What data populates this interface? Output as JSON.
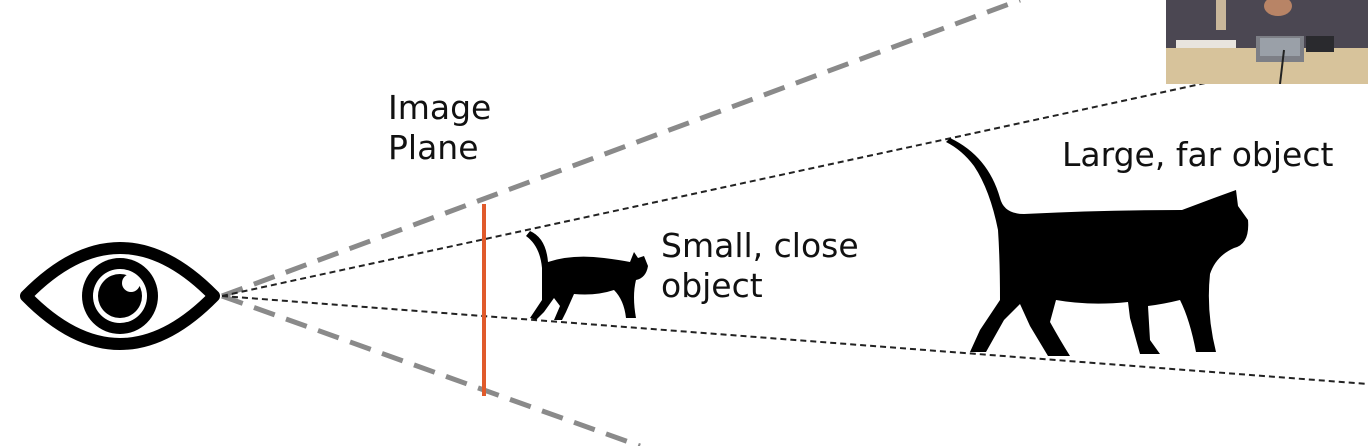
{
  "labels": {
    "image_plane": [
      "Image",
      "Plane"
    ],
    "small_close_object": [
      "Small, close",
      "object"
    ],
    "large_far_object": "Large, far object"
  },
  "icons": {
    "viewer": "eye-icon",
    "near_object": "cat-icon",
    "far_object": "cat-icon"
  },
  "colors": {
    "image_plane": "#e05a2b",
    "view_frustum": "#8a8a8a",
    "sight_lines": "#222222",
    "silhouettes": "#000000"
  }
}
